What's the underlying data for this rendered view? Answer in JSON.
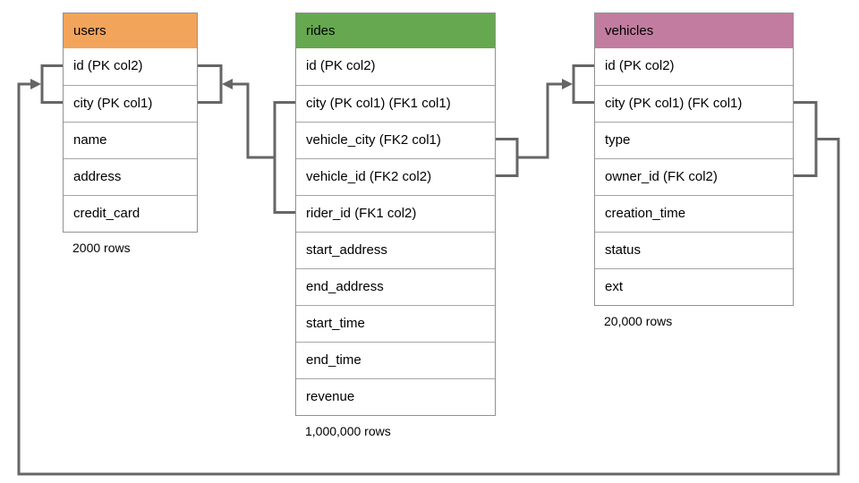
{
  "diagram": {
    "connector_color": "#666666",
    "tables": [
      {
        "name": "users",
        "header_color": "#f3a45b",
        "row_count_label": "2000 rows",
        "columns": [
          "id (PK col2)",
          "city (PK col1)",
          "name",
          "address",
          "credit_card"
        ]
      },
      {
        "name": "rides",
        "header_color": "#66a84f",
        "row_count_label": "1,000,000 rows",
        "columns": [
          "id (PK col2)",
          "city (PK col1) (FK1 col1)",
          "vehicle_city (FK2 col1)",
          "vehicle_id (FK2 col2)",
          "rider_id (FK1 col2)",
          "start_address",
          "end_address",
          "start_time",
          "end_time",
          "revenue"
        ]
      },
      {
        "name": "vehicles",
        "header_color": "#c27ca0",
        "row_count_label": "20,000 rows",
        "columns": [
          "id (PK col2)",
          "city (PK col1) (FK col1)",
          "type",
          "owner_id (FK col2)",
          "creation_time",
          "status",
          "ext"
        ]
      }
    ],
    "relationships": [
      {
        "from": "rides (city FK1 col1, rider_id FK1 col2)",
        "to": "users (id PK col2, city PK col1)"
      },
      {
        "from": "rides (vehicle_city FK2 col1, vehicle_id FK2 col2)",
        "to": "vehicles (id PK col2, city PK col1)"
      },
      {
        "from": "vehicles (city FK col1, owner_id FK col2)",
        "to": "users (id PK col2, city PK col1)"
      }
    ]
  }
}
